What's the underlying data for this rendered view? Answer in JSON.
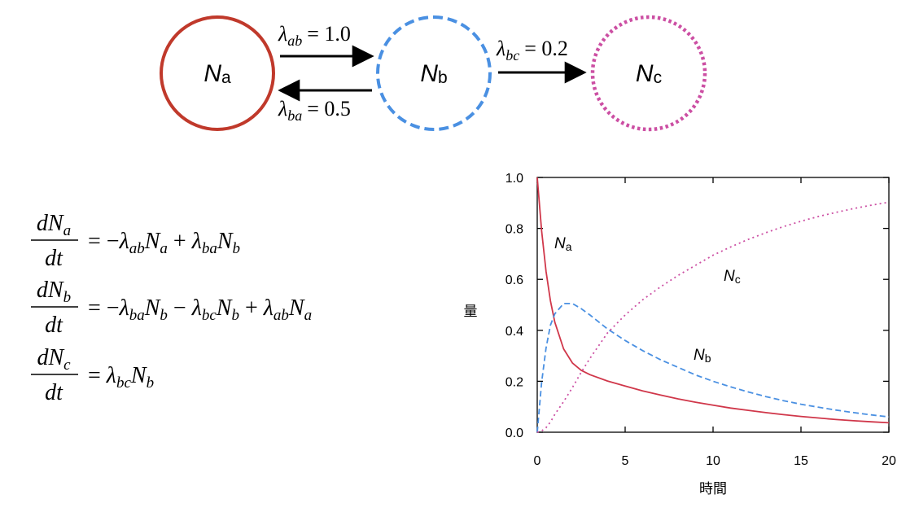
{
  "diagram": {
    "nodes": [
      {
        "id": "a",
        "symbol": "N",
        "sub": "a",
        "stroke": "#c0392b",
        "style": "solid"
      },
      {
        "id": "b",
        "symbol": "N",
        "sub": "b",
        "stroke": "#4a90e2",
        "style": "dashed"
      },
      {
        "id": "c",
        "symbol": "N",
        "sub": "c",
        "stroke": "#cc4fa3",
        "style": "dotted"
      }
    ],
    "edges": [
      {
        "from": "a",
        "to": "b",
        "sym": "λ",
        "sub": "ab",
        "value": "= 1.0"
      },
      {
        "from": "b",
        "to": "a",
        "sym": "λ",
        "sub": "ba",
        "value": "= 0.5"
      },
      {
        "from": "b",
        "to": "c",
        "sym": "λ",
        "sub": "bc",
        "value": "= 0.2"
      }
    ]
  },
  "equations": [
    {
      "num_var": "N",
      "num_sub": "a",
      "rhs": [
        {
          "t": "= −"
        },
        {
          "t": "λ",
          "i": true
        },
        {
          "t": "ab",
          "sub": true,
          "i": true
        },
        {
          "t": "N",
          "i": true
        },
        {
          "t": "a",
          "sub": true,
          "i": true
        },
        {
          "t": " + "
        },
        {
          "t": "λ",
          "i": true
        },
        {
          "t": "ba",
          "sub": true,
          "i": true
        },
        {
          "t": "N",
          "i": true
        },
        {
          "t": "b",
          "sub": true,
          "i": true
        }
      ]
    },
    {
      "num_var": "N",
      "num_sub": "b",
      "rhs": [
        {
          "t": "= −"
        },
        {
          "t": "λ",
          "i": true
        },
        {
          "t": "ba",
          "sub": true,
          "i": true
        },
        {
          "t": "N",
          "i": true
        },
        {
          "t": "b",
          "sub": true,
          "i": true
        },
        {
          "t": " − "
        },
        {
          "t": "λ",
          "i": true
        },
        {
          "t": "bc",
          "sub": true,
          "i": true
        },
        {
          "t": "N",
          "i": true
        },
        {
          "t": "b",
          "sub": true,
          "i": true
        },
        {
          "t": " + "
        },
        {
          "t": "λ",
          "i": true
        },
        {
          "t": "ab",
          "sub": true,
          "i": true
        },
        {
          "t": "N",
          "i": true
        },
        {
          "t": "a",
          "sub": true,
          "i": true
        }
      ]
    },
    {
      "num_var": "N",
      "num_sub": "c",
      "rhs": [
        {
          "t": "= "
        },
        {
          "t": "λ",
          "i": true
        },
        {
          "t": "bc",
          "sub": true,
          "i": true
        },
        {
          "t": "N",
          "i": true
        },
        {
          "t": "b",
          "sub": true,
          "i": true
        }
      ]
    }
  ],
  "chart_data": {
    "type": "line",
    "xlabel": "時間",
    "ylabel": "量",
    "xlim": [
      0,
      20
    ],
    "ylim": [
      0,
      1.0
    ],
    "xticks": [
      "0",
      "5",
      "10",
      "15",
      "20"
    ],
    "yticks": [
      "0.0",
      "0.2",
      "0.4",
      "0.6",
      "0.8",
      "1.0"
    ],
    "grid": false,
    "series": [
      {
        "name": "N",
        "sub": "a",
        "color": "#d0374a",
        "dash": "solid",
        "x": [
          0,
          0.25,
          0.5,
          0.75,
          1,
          1.5,
          2,
          2.5,
          3,
          4,
          5,
          6,
          7,
          8,
          9,
          10,
          11,
          12,
          13,
          14,
          15,
          16,
          17,
          18,
          19,
          20
        ],
        "y": [
          1.0,
          0.79,
          0.632,
          0.516,
          0.432,
          0.327,
          0.272,
          0.243,
          0.226,
          0.201,
          0.181,
          0.162,
          0.146,
          0.131,
          0.118,
          0.106,
          0.095,
          0.086,
          0.077,
          0.069,
          0.062,
          0.056,
          0.05,
          0.045,
          0.041,
          0.037
        ]
      },
      {
        "name": "N",
        "sub": "b",
        "color": "#4a90e2",
        "dash": "dashed",
        "x": [
          0,
          0.25,
          0.5,
          0.75,
          1,
          1.5,
          2,
          2.5,
          3,
          4,
          5,
          6,
          7,
          8,
          9,
          10,
          11,
          12,
          13,
          14,
          15,
          16,
          17,
          18,
          19,
          20
        ],
        "y": [
          0,
          0.196,
          0.33,
          0.42,
          0.465,
          0.505,
          0.505,
          0.485,
          0.46,
          0.405,
          0.36,
          0.32,
          0.285,
          0.255,
          0.225,
          0.2,
          0.178,
          0.158,
          0.14,
          0.124,
          0.11,
          0.098,
          0.087,
          0.077,
          0.068,
          0.06
        ]
      },
      {
        "name": "N",
        "sub": "c",
        "color": "#cc4fa3",
        "dash": "dotted",
        "x": [
          0,
          0.25,
          0.5,
          0.75,
          1,
          1.5,
          2,
          2.5,
          3,
          4,
          5,
          6,
          7,
          8,
          9,
          10,
          11,
          12,
          13,
          14,
          15,
          16,
          17,
          18,
          19,
          20
        ],
        "y": [
          0,
          0.005,
          0.018,
          0.04,
          0.07,
          0.12,
          0.175,
          0.235,
          0.29,
          0.39,
          0.46,
          0.52,
          0.57,
          0.615,
          0.655,
          0.695,
          0.727,
          0.757,
          0.783,
          0.807,
          0.828,
          0.847,
          0.863,
          0.878,
          0.891,
          0.903
        ]
      }
    ]
  }
}
